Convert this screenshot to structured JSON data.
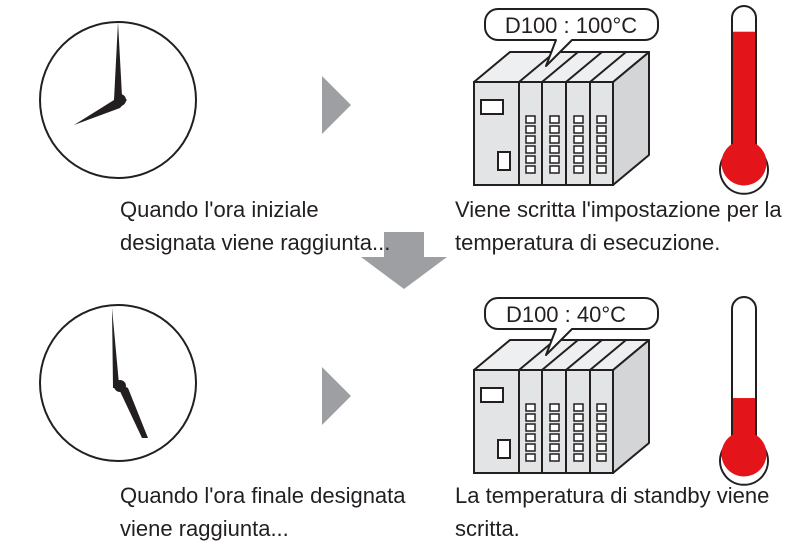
{
  "step_start": {
    "caption_lines": [
      "Quando l'ora iniziale",
      "designata viene raggiunta..."
    ],
    "plc_callout": "D100 : 100°C",
    "thermometer_level": 0.9
  },
  "step_end": {
    "caption_lines": [
      "Quando l'ora finale designata",
      "viene raggiunta..."
    ],
    "plc_callout": "D100 : 40°C",
    "thermometer_level": 0.35
  },
  "result_start": {
    "caption_lines": [
      "Viene scritta l'impostazione per la",
      "temperatura di esecuzione."
    ]
  },
  "result_end": {
    "caption_lines": [
      "La temperatura di standby viene",
      "scritta."
    ]
  },
  "colors": {
    "mercury": "#e3151a",
    "arrow": "#9d9fa2",
    "ink": "#231f20",
    "plc_fill": "#e3e4e5"
  }
}
